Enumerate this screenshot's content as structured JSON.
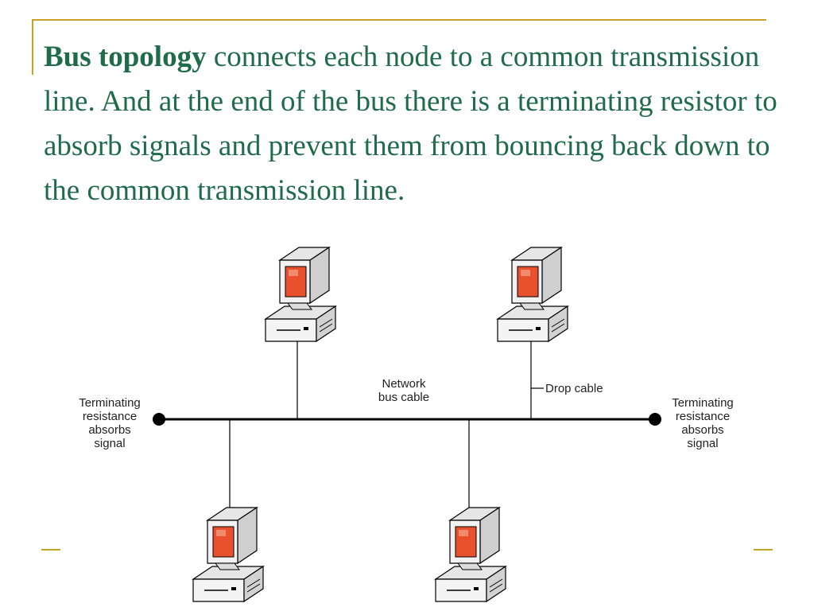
{
  "slide": {
    "heading_bold": "Bus topology",
    "body": " connects each node to a common transmission line. And at the end of the bus there is a terminating resistor to absorb signals and prevent them from bouncing back down to the common transmission line."
  },
  "diagram": {
    "labels": {
      "network_bus_cable": [
        "Network",
        "bus cable"
      ],
      "drop_cable": "Drop cable",
      "terminator_left": [
        "Terminating",
        "resistance",
        "absorbs",
        "signal"
      ],
      "terminator_right": [
        "Terminating",
        "resistance",
        "absorbs",
        "signal"
      ]
    },
    "colors": {
      "screen": "#e8502e",
      "cable": "#000000",
      "computer_body": "#f0f0f0",
      "accent_rule": "#c9a227",
      "text": "#1f6b4a"
    },
    "icons": [
      "computer-icon",
      "terminator-icon"
    ]
  }
}
